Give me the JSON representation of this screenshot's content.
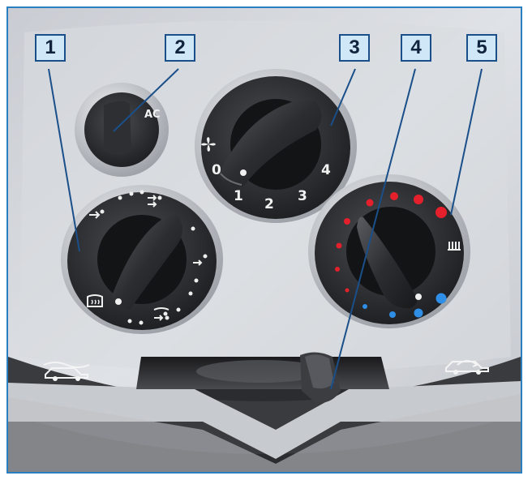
{
  "callouts": [
    "1",
    "2",
    "3",
    "4",
    "5"
  ],
  "ac_button": {
    "label": "AC"
  },
  "fan_dial": {
    "positions": [
      "0",
      "1",
      "2",
      "3",
      "4"
    ],
    "icon": "fan-icon"
  },
  "distribution_dial": {
    "icons": [
      "face-vent-icon",
      "face-foot-vent-icon",
      "foot-vent-icon",
      "foot-defrost-icon",
      "windscreen-defrost-icon"
    ]
  },
  "temperature_dial": {
    "icon": "rear-heater-icon",
    "colors": {
      "hot": "#e3202b",
      "cold": "#2f8ee6"
    }
  },
  "recirculation_slider": {
    "icons": [
      "fresh-air-car-icon",
      "recirculation-car-icon"
    ]
  },
  "colors": {
    "frame": "#2a7fc1",
    "callout_fill": "#cfe7f6",
    "callout_border": "#1a4f8a"
  }
}
